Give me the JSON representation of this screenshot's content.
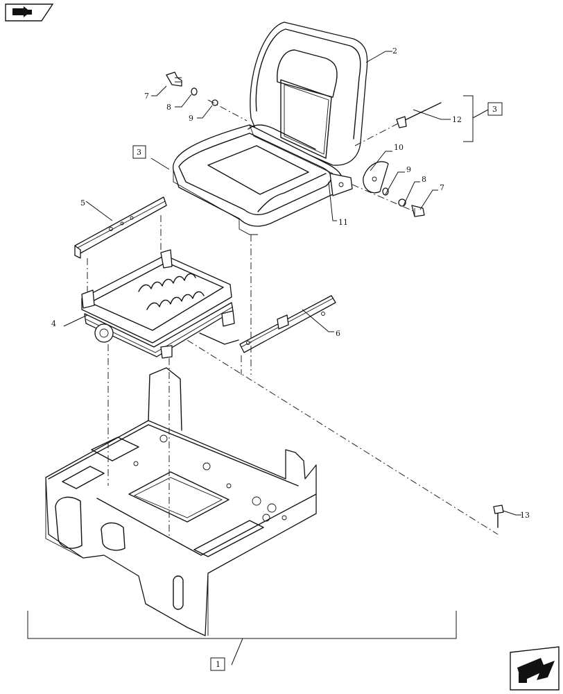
{
  "callouts": {
    "c1": "1",
    "c2": "2",
    "c3a": "3",
    "c3b": "3",
    "c4": "4",
    "c5": "5",
    "c6": "6",
    "c7a": "7",
    "c7b": "7",
    "c8a": "8",
    "c8b": "8",
    "c9a": "9",
    "c9b": "9",
    "c10": "10",
    "c11": "11",
    "c12": "12",
    "c13": "13"
  },
  "icons": {
    "top_left": "book-arrow-icon",
    "bottom_right": "next-page-arrow-icon"
  }
}
